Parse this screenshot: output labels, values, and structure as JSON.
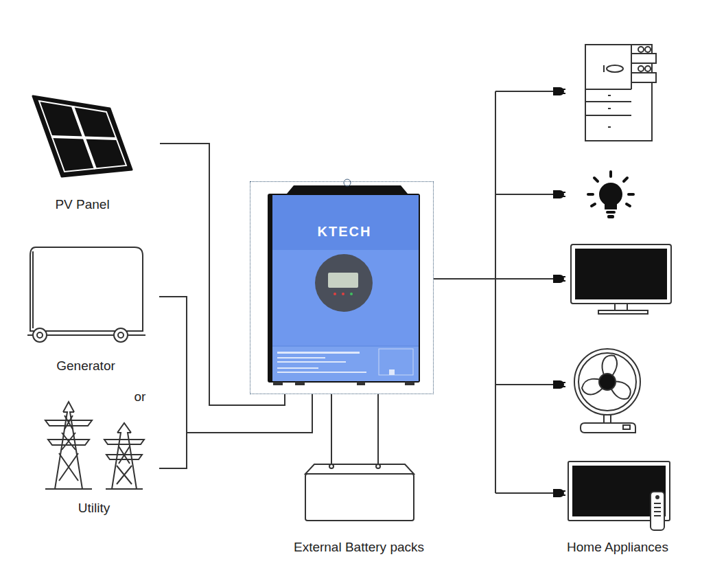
{
  "diagram": {
    "nodes": [
      {
        "text": [
          "PV Panel"
        ]
      },
      {
        "text": [
          "Generator"
        ]
      },
      {
        "text": [
          "Utility"
        ]
      },
      {
        "text": [
          "KTECH"
        ]
      },
      {
        "text": [
          "External Battery packs"
        ]
      },
      {
        "text": [
          "Home Appliances"
        ]
      }
    ],
    "edges": [
      {
        "from": 0,
        "to": 3,
        "arrow": "none"
      },
      {
        "from": 1,
        "to": 3,
        "arrow": "none"
      },
      {
        "from": 2,
        "to": 3,
        "arrow": "none"
      },
      {
        "from": 3,
        "to": 4,
        "arrow": "none"
      },
      {
        "from": 3,
        "to": 5,
        "arrow": "none"
      }
    ],
    "labels": [
      "or"
    ]
  }
}
